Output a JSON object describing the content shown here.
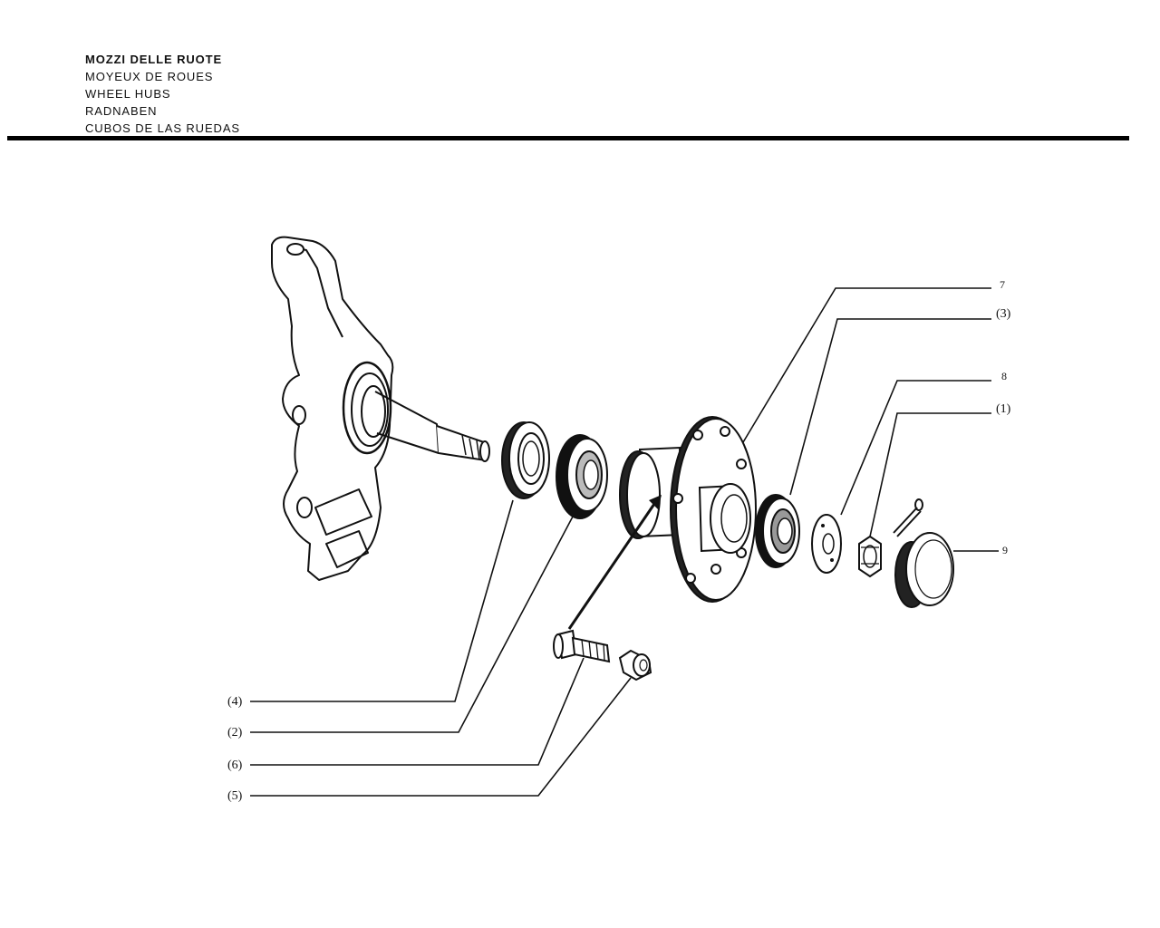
{
  "header": {
    "lines": [
      "MOZZI DELLE RUOTE",
      "MOYEUX DE ROUES",
      "WHEEL HUBS",
      "RADNABEN",
      "CUBOS DE LAS RUEDAS"
    ]
  },
  "callouts": {
    "c7": "7",
    "c3": "(3)",
    "c8": "8",
    "c1": "(1)",
    "c9": "9",
    "c4": "(4)",
    "c2": "(2)",
    "c6": "(6)",
    "c5": "(5)"
  }
}
